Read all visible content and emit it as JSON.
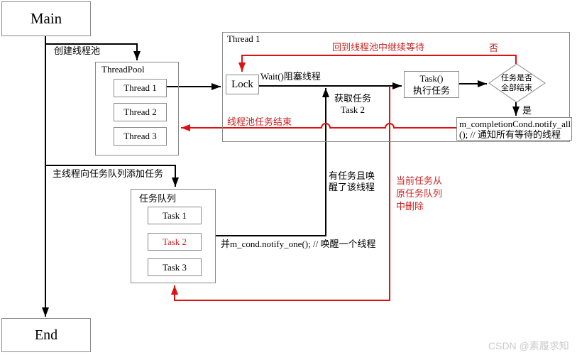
{
  "colors": {
    "flow_black": "#000000",
    "flow_red": "#dd1111",
    "red_text": "#cc2222",
    "box_border": "#8a8a8a",
    "watermark_gray": "#cbcbcb"
  },
  "boxes": {
    "main": {
      "label": "Main"
    },
    "end": {
      "label": "End"
    },
    "threadpool": {
      "title": "ThreadPool",
      "threads": [
        "Thread 1",
        "Thread 2",
        "Thread 3"
      ]
    },
    "thread_panel": {
      "title": "Thread 1"
    },
    "lock": {
      "label": "Lock"
    },
    "task_exec": {
      "line1": "Task()",
      "line2": "执行任务"
    },
    "decision": {
      "line1": "任务是否",
      "line2": "全部结束"
    },
    "notify_all": {
      "line1": "m_completionCond.notify_all",
      "line2": "(); // 通知所有等待的线程"
    },
    "task_queue": {
      "title": "任务队列",
      "tasks": [
        "Task 1",
        "Task 2",
        "Task 3"
      ]
    }
  },
  "labels": {
    "create_pool": "创建线程池",
    "add_tasks": "主线程向任务队列添加任务",
    "wait_block": "Wait()阻塞线程",
    "fetch_task_line1": "获取任务",
    "fetch_task_line2": "Task 2",
    "back_to_pool": "回到线程池中继续等待",
    "branch_no": "否",
    "branch_yes": "是",
    "pool_tasks_end": "线程池任务结束",
    "has_task_line1": "有任务且唤",
    "has_task_line2": "醒了该线程",
    "notify_one": "并m_cond.notify_one(); // 唤醒一个线程",
    "remove_line1": "当前任务从",
    "remove_line2": "原任务队列",
    "remove_line3": "中删除"
  },
  "watermark": "CSDN @素履求知"
}
